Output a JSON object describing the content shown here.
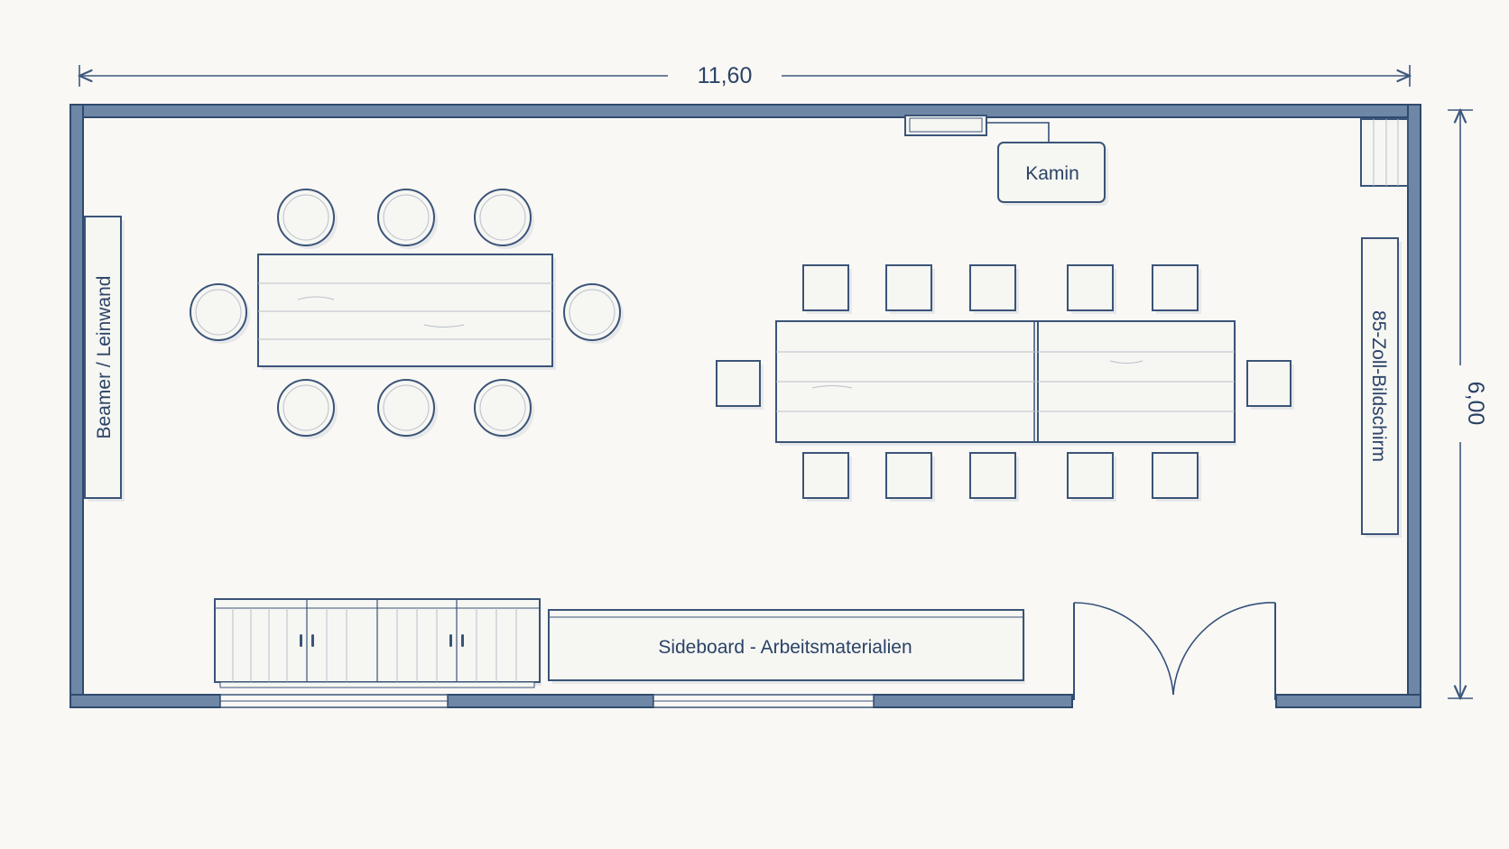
{
  "dimensions": {
    "width": "11,60",
    "height": "6,00"
  },
  "labels": {
    "projector": "Beamer / Leinwand",
    "fireplace": "Kamin",
    "screen": "85-Zoll-Bildschirm",
    "sideboard": "Sideboard - Arbeitsmaterialien"
  },
  "colors": {
    "ink": "#2b4366",
    "wall": "#6f87a6",
    "paper": "#f9f8f4"
  }
}
